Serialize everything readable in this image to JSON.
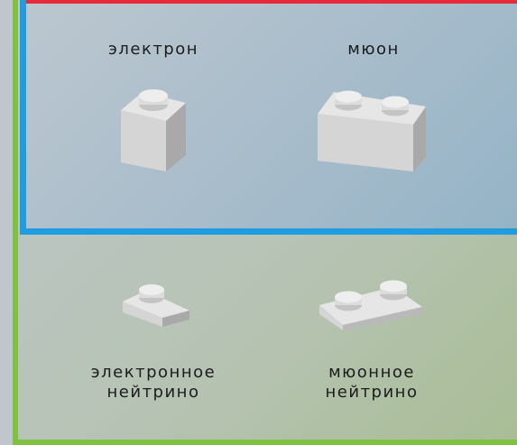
{
  "diagram": {
    "charged_leptons": {
      "electron_label": "электрон",
      "muon_label": "мюон"
    },
    "neutrinos": {
      "electron_neutrino_label_line1": "электронное",
      "electron_neutrino_label_line2": "нейтрино",
      "muon_neutrino_label_line1": "мюонное",
      "muon_neutrino_label_line2": "нейтрино"
    }
  },
  "colors": {
    "charged_lepton_border": "#1f9de0",
    "lepton_border": "#7fc241",
    "top_border": "#e62a3a",
    "brick_face": "#d9d9d9"
  }
}
